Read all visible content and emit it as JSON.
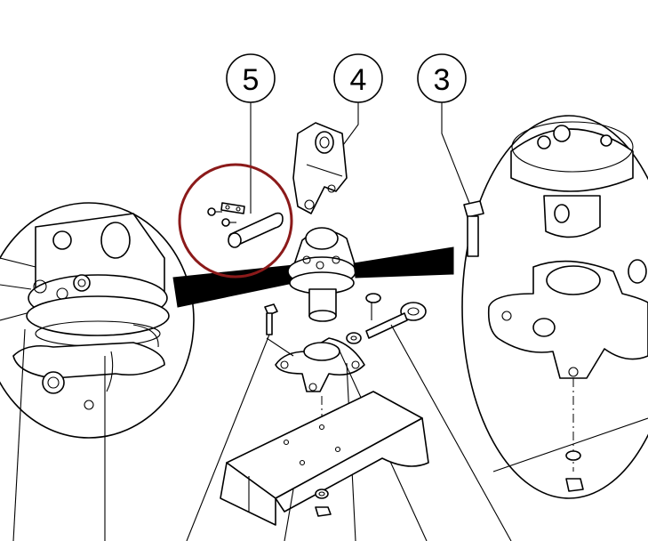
{
  "callouts": [
    {
      "id": "5",
      "label": "5"
    },
    {
      "id": "4",
      "label": "4"
    },
    {
      "id": "3",
      "label": "3"
    }
  ],
  "colors": {
    "line": "#000000",
    "highlight_ring": "#8b1a1a",
    "background": "#ffffff"
  }
}
